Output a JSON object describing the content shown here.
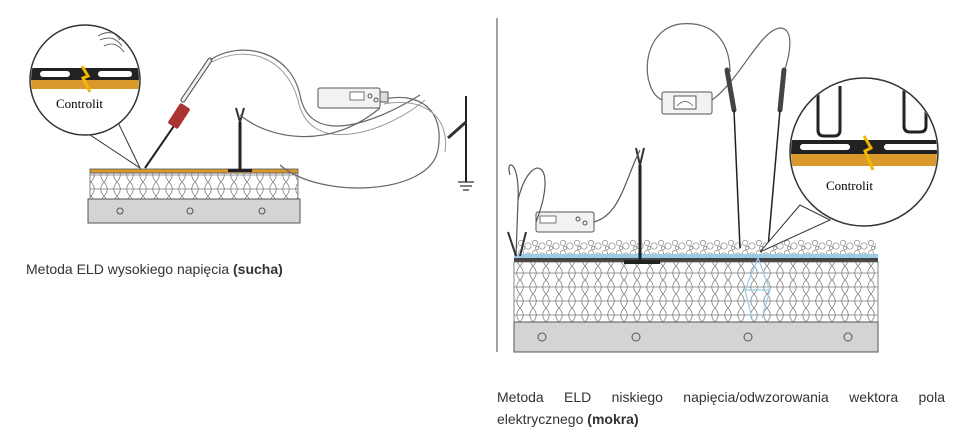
{
  "figures": {
    "left": {
      "brand": "Controlit",
      "caption_text": "Metoda ELD wysokiego napięcia ",
      "caption_bold": "(sucha)"
    },
    "right": {
      "brand": "Controlit",
      "caption_text": "Metoda ELD niskiego napięcia/odwzorowania wektora pola elektrycznego ",
      "caption_bold": "(mokra)"
    }
  },
  "colors": {
    "membrane": "#d99a2b",
    "base": "#d4d4d4",
    "line": "#555555",
    "water": "#9ccbe8"
  }
}
